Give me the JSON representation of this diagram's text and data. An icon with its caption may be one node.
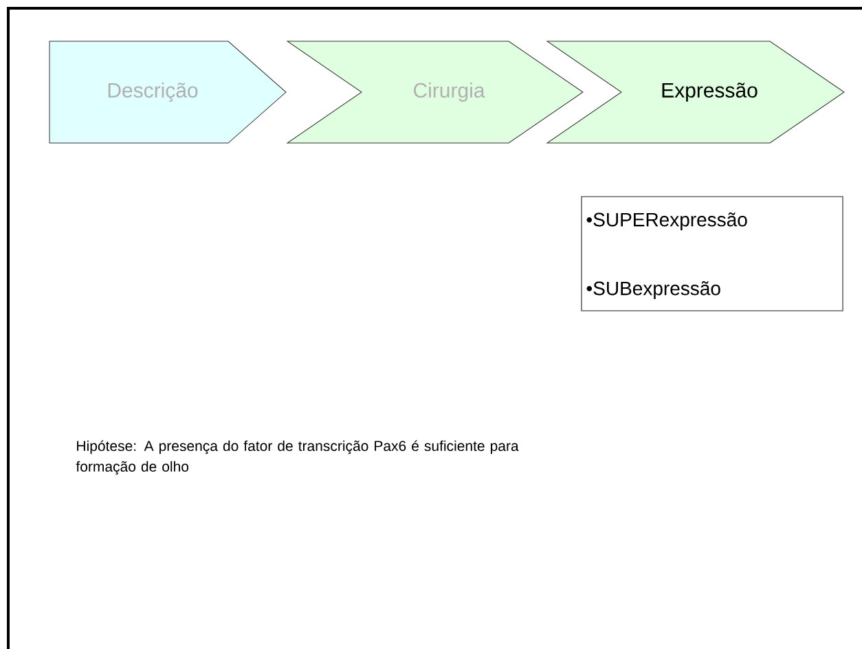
{
  "diagram": {
    "nodes": [
      {
        "text": [
          "Descrição"
        ]
      },
      {
        "text": [
          "Cirurgia"
        ]
      },
      {
        "text": [
          "Expressão"
        ]
      },
      {
        "text": [
          "•SUPERexpressão",
          "•SUBexpressão"
        ]
      }
    ],
    "labels": [
      "Hipótese: A presença do fator de transcrição Pax6 é suficiente para formação de olho"
    ]
  }
}
